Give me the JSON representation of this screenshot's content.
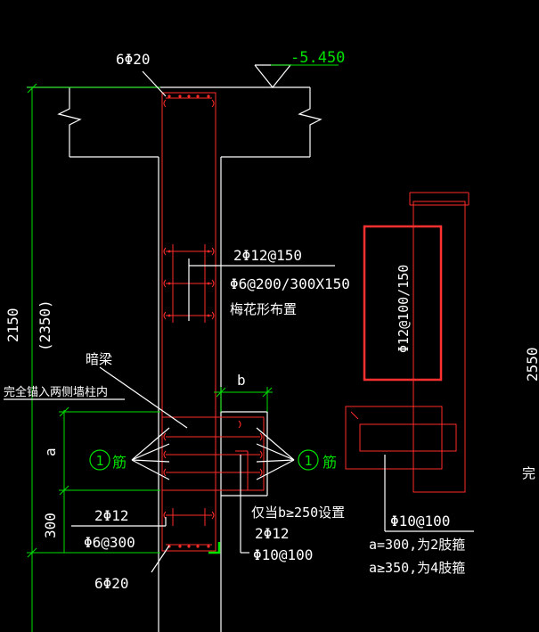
{
  "colors": {
    "background": "#000000",
    "outline": "#ffffff",
    "rebar": "#ff2a2a",
    "dimension": "#00e000",
    "text": "#ffffff",
    "highlight": "#ff3030"
  },
  "labels": {
    "top_bars": "6Φ20",
    "elevation": "-5.450",
    "mid_bars": "2Φ12@150",
    "tie_spec": "Φ6@200/300X150",
    "tie_layout": "梅花形布置",
    "beam": "暗梁",
    "anchor_note": "完全锚入两侧墙柱内",
    "dim_b": "b",
    "bar_1_left": "筋",
    "bar_1_right": "筋",
    "bar_mark": "1",
    "lower_bars": "2Φ12",
    "lower_ties": "Φ6@300",
    "bottom_bars": "6Φ20",
    "cond_note": "仅当b≥250设置",
    "cond_bars": "2Φ12",
    "cond_ties": "Φ10@100",
    "right_stirrup": "Φ10@100",
    "rule_a300": "a=300,为2肢箍",
    "rule_a350": "a≥350,为4肢箍",
    "boxed_spec": "Φ12@100/150",
    "dim_2150": "2150",
    "dim_2350": "(2350)",
    "dim_a": "a",
    "dim_300": "300",
    "edge_2550": "2550",
    "edge_char": "完"
  }
}
